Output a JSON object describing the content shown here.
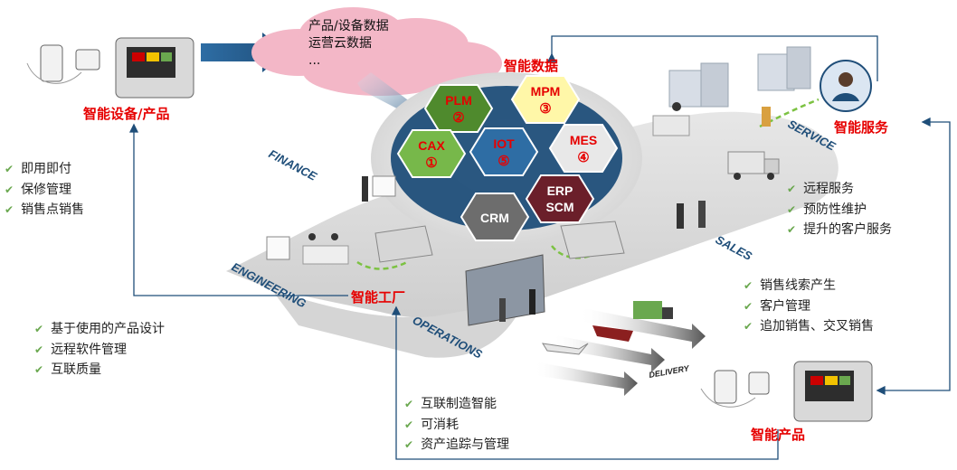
{
  "cloud": {
    "lines": [
      "产品/设备数据",
      "运营云数据",
      "..."
    ]
  },
  "smart_data": {
    "title": "智能数据"
  },
  "hexagons": [
    {
      "label": "PLM",
      "num": "②"
    },
    {
      "label": "MPM",
      "num": "③"
    },
    {
      "label": "CAX",
      "num": "①"
    },
    {
      "label": "IOT",
      "num": "⑤"
    },
    {
      "label": "MES",
      "num": "④"
    },
    {
      "label": "ERP",
      "num": "SCM"
    },
    {
      "label": "CRM",
      "num": ""
    }
  ],
  "smart_device": {
    "title": "智能设备/产品",
    "items": [
      "即用即付",
      "保修管理",
      "销售点销售"
    ]
  },
  "smart_service": {
    "title": "智能服务",
    "items": [
      "远程服务",
      "预防性维护",
      "提升的客户服务"
    ]
  },
  "sales": {
    "items": [
      "销售线索产生",
      "客户管理",
      "追加销售、交叉销售"
    ]
  },
  "engineering": {
    "items": [
      "基于使用的产品设计",
      "远程软件管理",
      "互联质量"
    ]
  },
  "smart_factory": {
    "title": "智能工厂",
    "items": [
      "互联制造智能",
      "可消耗",
      "资产追踪与管理"
    ]
  },
  "smart_product": {
    "title": "智能产品"
  },
  "road_labels": {
    "finance": "FINANCE",
    "engineering": "ENGINEERING",
    "operations": "OPERATIONS",
    "sales": "SALES",
    "service": "SERVICE",
    "delivery": "DELIVERY"
  },
  "colors": {
    "accent_red": "#e60000",
    "road_blue": "#1f4e79",
    "check_green": "#6aa84f",
    "cloud_pink": "#f3b7c7",
    "arrow_blue": "#1f4e79"
  }
}
